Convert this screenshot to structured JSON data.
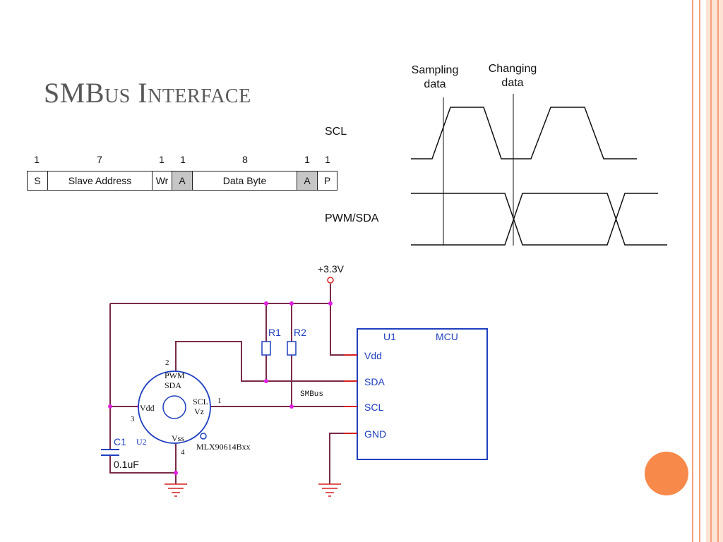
{
  "slide": {
    "title": "SMBus Interface"
  },
  "frame": {
    "bit_counts": [
      "1",
      "7",
      "1",
      "1",
      "8",
      "1",
      "1"
    ],
    "fields": [
      "S",
      "Slave Address",
      "Wr",
      "A",
      "Data Byte",
      "A",
      "P"
    ],
    "shaded_fields": [
      "A",
      "A"
    ]
  },
  "timing": {
    "sampling_label_line1": "Sampling",
    "sampling_label_line2": "data",
    "changing_label_line1": "Changing",
    "changing_label_line2": "data",
    "scl_label": "SCL",
    "sda_label": "PWM/SDA"
  },
  "schematic": {
    "supply": "+3.3V",
    "r1": "R1",
    "r2": "R2",
    "mcu_ref": "U1",
    "mcu_name": "MCU",
    "mcu_pins": [
      "Vdd",
      "SDA",
      "SCL",
      "GND"
    ],
    "sensor_ref": "U2",
    "sensor_part": "MLX90614Bxx",
    "sensor_pin_pwm": "PWM",
    "sensor_pin_sda": "SDA",
    "sensor_pin_vdd": "Vdd",
    "sensor_pin_scl": "SCL",
    "sensor_pin_vz": "Vz",
    "sensor_pin_vss": "Vss",
    "pin_2": "2",
    "pin_3": "3",
    "pin_1": "1",
    "pin_4": "4",
    "bus_label": "SMBus",
    "cap_ref": "C1",
    "cap_value": "0.1uF"
  },
  "colors": {
    "wire": "#7a2a4a",
    "chip_outline": "#1f3fbf",
    "pin_stub": "#d62020",
    "junction": "#e020e0",
    "edge_orange": "#f5a07a",
    "accent_dot": "#f7894a",
    "title": "#595959"
  }
}
